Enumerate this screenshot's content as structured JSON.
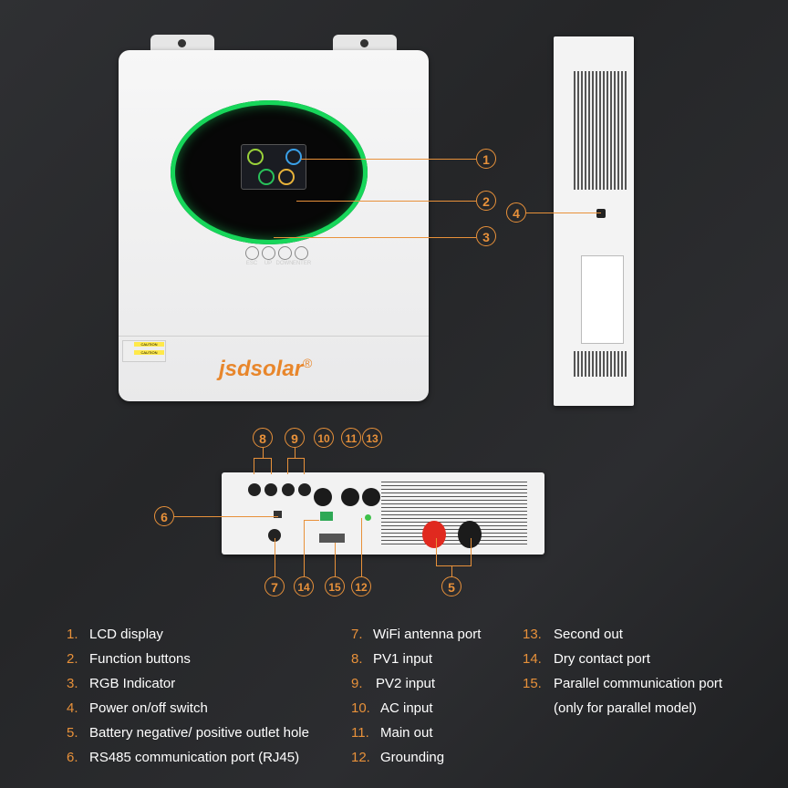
{
  "brand": {
    "logo_text": "jsdsolar",
    "registered": "®"
  },
  "front_panel": {
    "caution_labels": [
      "CAUTION",
      "CAUTION"
    ],
    "buttons": [
      "ESC",
      "UP",
      "DOWN",
      "ENTER"
    ]
  },
  "callouts": [
    "1",
    "2",
    "3",
    "4",
    "5",
    "6",
    "7",
    "8",
    "9",
    "10",
    "11",
    "12",
    "13",
    "14",
    "15"
  ],
  "legend": [
    {
      "num": "1.",
      "label": "LCD display"
    },
    {
      "num": "2.",
      "label": "Function buttons"
    },
    {
      "num": "3.",
      "label": "RGB Indicator"
    },
    {
      "num": "4.",
      "label": "Power on/off switch"
    },
    {
      "num": "5.",
      "label": "Battery negative/ positive outlet hole"
    },
    {
      "num": "6.",
      "label": "RS485 communication port (RJ45)"
    },
    {
      "num": "7.",
      "label": "WiFi antenna port"
    },
    {
      "num": "8.",
      "label": "PV1 input"
    },
    {
      "num": "9.",
      "label": "PV2 input"
    },
    {
      "num": "10.",
      "label": "AC input"
    },
    {
      "num": "11.",
      "label": "Main out"
    },
    {
      "num": "12.",
      "label": "Grounding"
    },
    {
      "num": "13.",
      "label": "Second out"
    },
    {
      "num": "14.",
      "label": "Dry contact port"
    },
    {
      "num": "15.",
      "label": "Parallel communication port"
    },
    {
      "num": "",
      "label": "(only for parallel model)"
    }
  ],
  "colors": {
    "accent": "#e8913a",
    "rgb_ring": "#17d65a",
    "background": "#2a2b2e"
  }
}
